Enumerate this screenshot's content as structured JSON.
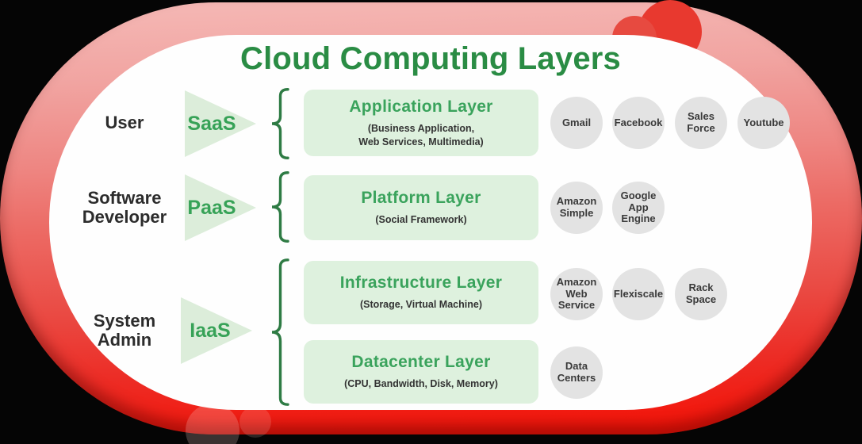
{
  "title": "Cloud Computing Layers",
  "roles": [
    {
      "label": "User"
    },
    {
      "label": "Software\nDeveloper"
    },
    {
      "label": "System\nAdmin"
    }
  ],
  "services": [
    {
      "label": "SaaS"
    },
    {
      "label": "PaaS"
    },
    {
      "label": "IaaS"
    }
  ],
  "layers": [
    {
      "title": "Application Layer",
      "subtitle": "(Business Application,\nWeb Services, Multimedia)"
    },
    {
      "title": "Platform Layer",
      "subtitle": "(Social Framework)"
    },
    {
      "title": "Infrastructure Layer",
      "subtitle": "(Storage, Virtual Machine)"
    },
    {
      "title": "Datacenter Layer",
      "subtitle": "(CPU, Bandwidth, Disk, Memory)"
    }
  ],
  "examples": {
    "row1": [
      {
        "label": "Gmail"
      },
      {
        "label": "Facebook"
      },
      {
        "label": "Sales\nForce"
      },
      {
        "label": "Youtube"
      }
    ],
    "row2": [
      {
        "label": "Amazon\nSimple"
      },
      {
        "label": "Google\nApp\nEngine"
      }
    ],
    "row3": [
      {
        "label": "Amazon\nWeb\nService"
      },
      {
        "label": "Flexiscale"
      },
      {
        "label": "Rack\nSpace"
      }
    ],
    "row4": [
      {
        "label": "Data\nCenters"
      }
    ]
  },
  "colors": {
    "title_green": "#2a8c44",
    "layer_title_green": "#3aa35c",
    "service_green": "#37a257",
    "brace_green": "#2e7b44",
    "layer_box_bg": "#def1de",
    "triangle_bg": "#dcedda",
    "circle_bg": "#e3e3e3",
    "role_text": "#2c2c2c",
    "red_top": "#f5b9b6",
    "red_bottom": "#f41409"
  }
}
